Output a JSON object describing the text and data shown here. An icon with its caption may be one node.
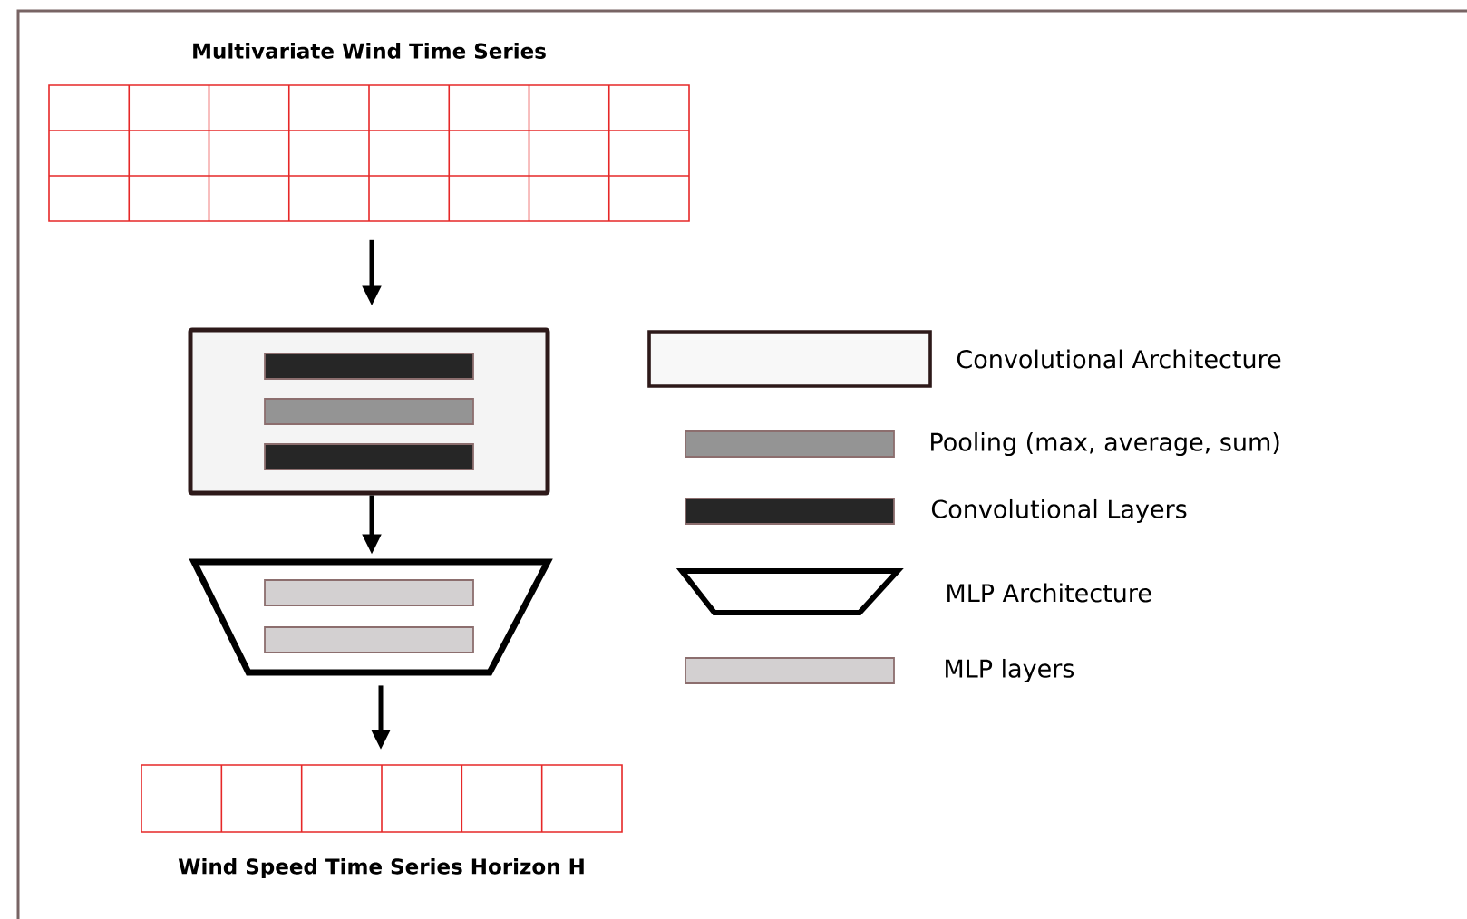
{
  "diagram": {
    "nodes": [
      {
        "text": [
          "Multivariate Wind Time Series"
        ]
      },
      {
        "text": [],
        "shape": "box"
      },
      {
        "text": [],
        "shape": "bar",
        "in": 1
      },
      {
        "text": [],
        "shape": "bar",
        "in": 1
      },
      {
        "text": [],
        "shape": "bar",
        "in": 1
      },
      {
        "text": [],
        "shape": "trapezoid"
      },
      {
        "text": [],
        "shape": "bar",
        "in": 5
      },
      {
        "text": [],
        "shape": "bar",
        "in": 5
      },
      {
        "text": [
          "Wind Speed Time Series Horizon H"
        ]
      }
    ],
    "edges": [
      {
        "from": 0,
        "to": 1,
        "arrow": "to"
      },
      {
        "from": 1,
        "to": 5,
        "arrow": "to"
      },
      {
        "from": 5,
        "to": 8,
        "arrow": "to"
      }
    ],
    "legend": [
      {
        "text": "Convolutional Architecture"
      },
      {
        "text": "Pooling (max, average, sum)",
        "color": "#949494"
      },
      {
        "text": "Convolutional Layers",
        "color": "#262626"
      },
      {
        "text": "MLP Architecture"
      },
      {
        "text": "MLP layers",
        "color": "#d3d0d1"
      }
    ]
  }
}
